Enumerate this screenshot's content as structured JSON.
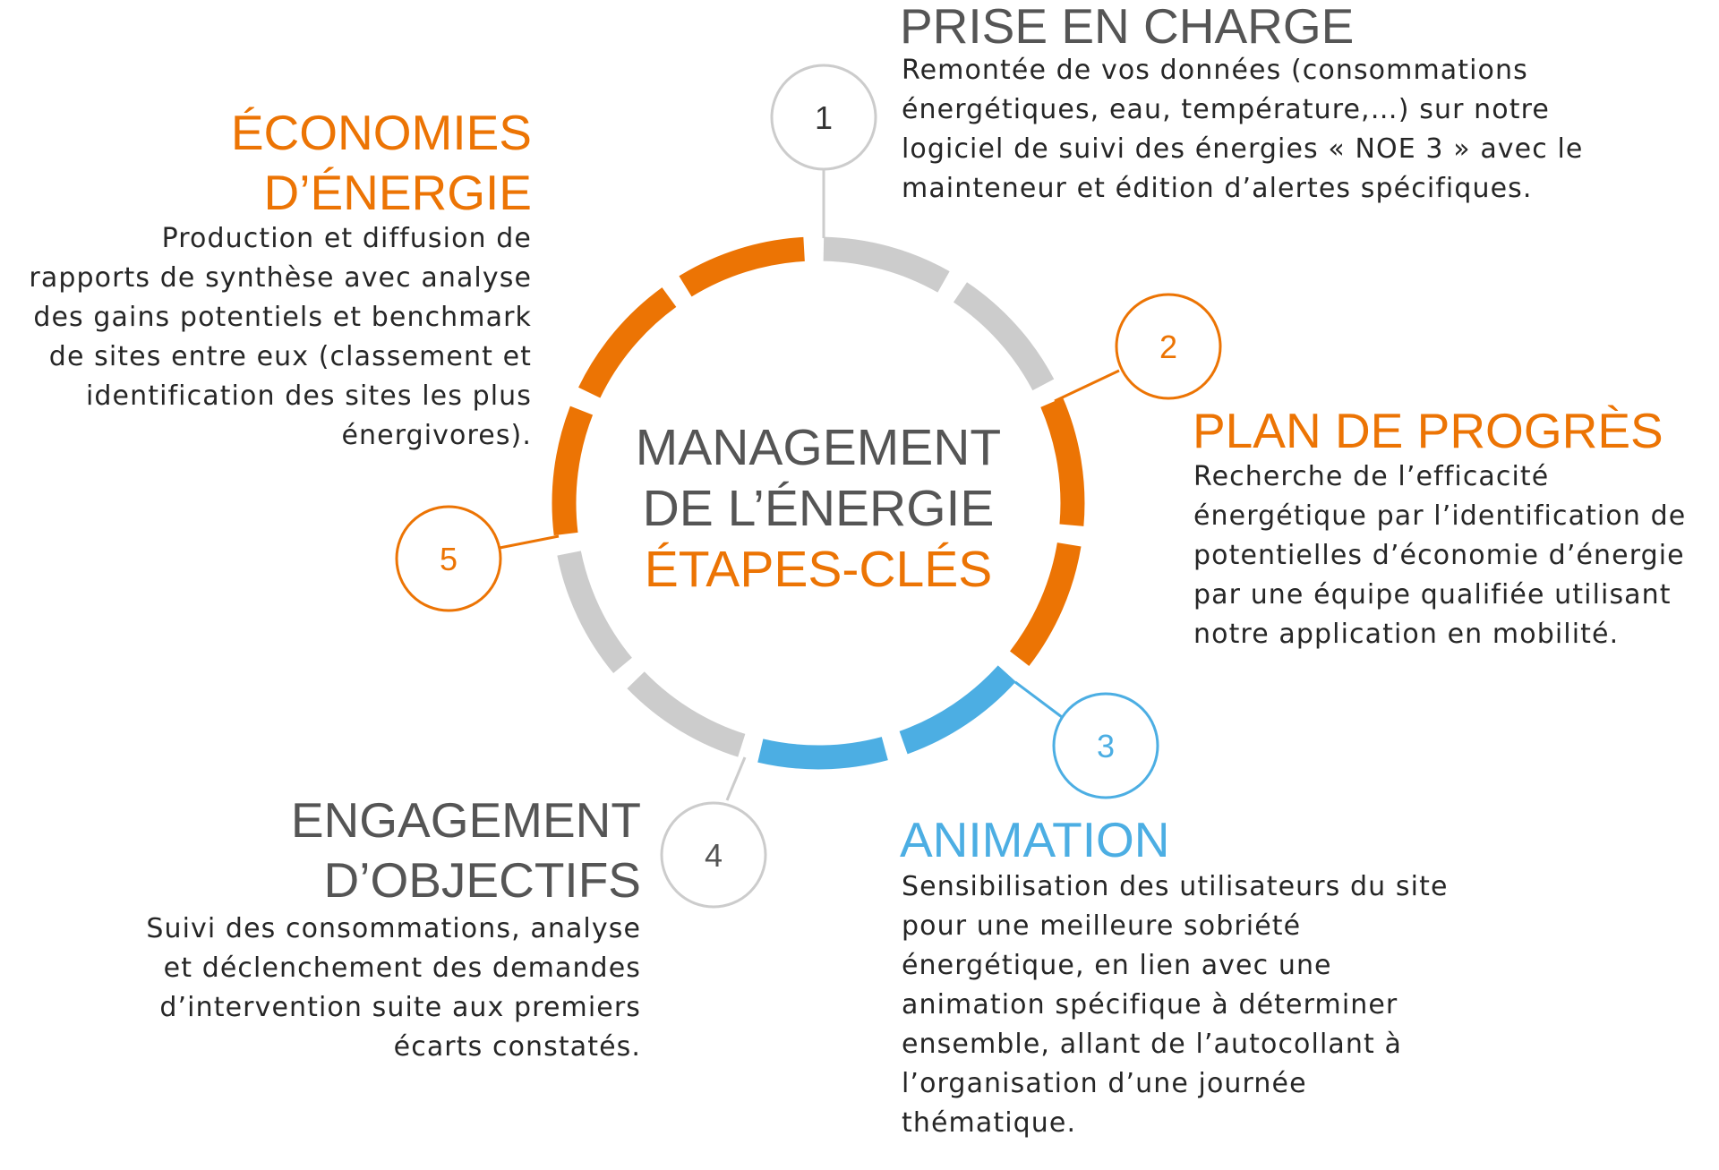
{
  "center": {
    "line1": "MANAGEMENT",
    "line2": "DE L’ÉNERGIE",
    "line3": "ÉTAPES-CLÉS"
  },
  "colors": {
    "orange": "#ec7404",
    "blue": "#4caee3",
    "gray_ring": "#cccccc",
    "gray_text": "#555555",
    "body_text": "#262626"
  },
  "ring": {
    "segments": [
      "#cccccc",
      "#cccccc",
      "#ec7404",
      "#ec7404",
      "#4caee3",
      "#4caee3",
      "#cccccc",
      "#cccccc",
      "#ec7404",
      "#ec7404",
      "#ec7404"
    ]
  },
  "steps": [
    {
      "number": "1",
      "title_lines": [
        "PRISE EN CHARGE"
      ],
      "body_lines": [
        "Remontée de vos données (consommations",
        "énergétiques, eau, température,…) sur notre",
        "logiciel de suivi des énergies « NOE 3 »  avec le",
        "mainteneur et édition d’alertes spécifiques."
      ]
    },
    {
      "number": "2",
      "title_lines": [
        "PLAN DE PROGRÈS"
      ],
      "body_lines": [
        "Recherche de l’efficacité",
        "énergétique par l’identification de",
        "potentielles d’économie d’énergie",
        "par une équipe qualifiée utilisant",
        "notre application en mobilité."
      ]
    },
    {
      "number": "3",
      "title_lines": [
        "ANIMATION"
      ],
      "body_lines": [
        "Sensibilisation des utilisateurs du site",
        "pour une meilleure sobriété",
        "énergétique, en lien avec une",
        "animation spécifique à déterminer",
        "ensemble, allant de l’autocollant à",
        "l’organisation d’une journée",
        "thématique."
      ]
    },
    {
      "number": "4",
      "title_lines": [
        "ENGAGEMENT",
        "D’OBJECTIFS"
      ],
      "body_lines": [
        "Suivi des consommations, analyse",
        "et déclenchement des demandes",
        "d’intervention suite aux premiers",
        "écarts constatés."
      ]
    },
    {
      "number": "5",
      "title_lines": [
        "ÉCONOMIES",
        "D’ÉNERGIE"
      ],
      "body_lines": [
        "Production et diffusion de",
        "rapports de synthèse avec analyse",
        "des gains potentiels et benchmark",
        "de sites entre eux (classement et",
        "identification des sites les plus",
        "énergivores)."
      ]
    }
  ]
}
